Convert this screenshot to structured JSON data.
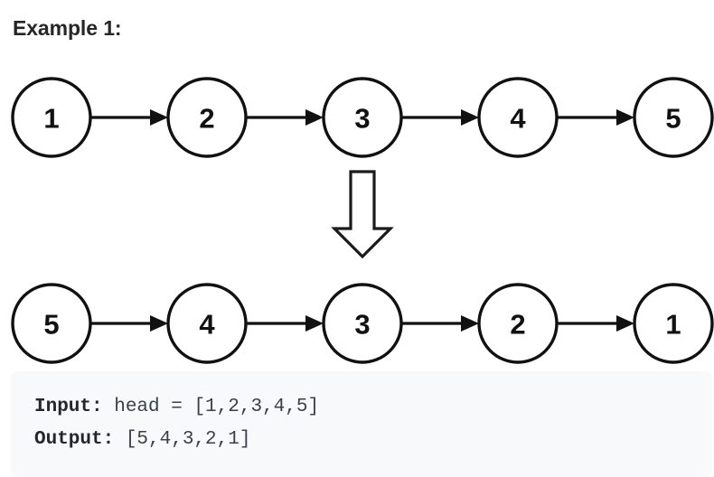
{
  "title": "Example 1:",
  "colors": {
    "page_background": "#ffffff",
    "title_text": "#262626",
    "node_stroke": "#111111",
    "node_fill": "#ffffff",
    "arrow_stroke": "#111111",
    "code_background": "#f7f9fa",
    "code_text": "#2b3137"
  },
  "diagram": {
    "type": "linked-list-transformation",
    "transform_icon": "down-block-arrow",
    "rows": [
      {
        "name": "input-linked-list",
        "nodes": [
          "1",
          "2",
          "3",
          "4",
          "5"
        ]
      },
      {
        "name": "output-linked-list",
        "nodes": [
          "5",
          "4",
          "3",
          "2",
          "1"
        ]
      }
    ]
  },
  "code": {
    "lines": [
      {
        "key": "Input:",
        "value": " head = [1,2,3,4,5]"
      },
      {
        "key": "Output:",
        "value": " [5,4,3,2,1]"
      }
    ]
  }
}
